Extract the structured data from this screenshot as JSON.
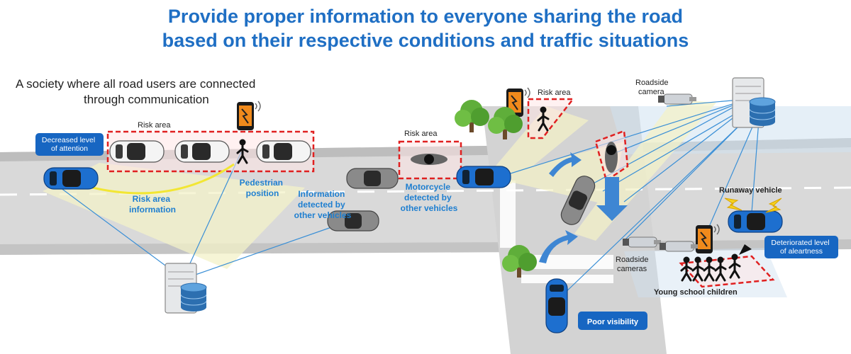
{
  "title": {
    "line1": "Provide proper information to everyone sharing the road",
    "line2": "based on their respective conditions and traffic situations"
  },
  "subtitle": {
    "line1": "A society where all road users are connected",
    "line2": "through communication"
  },
  "labels": {
    "risk_area_left": "Risk area",
    "risk_area_mid": "Risk area",
    "risk_area_top": "Risk area",
    "decreased_attention_1": "Decreased level",
    "decreased_attention_2": "of attention",
    "risk_area_info_1": "Risk area",
    "risk_area_info_2": "information",
    "pedestrian_position_1": "Pedestrian",
    "pedestrian_position_2": "position",
    "info_detected_1": "Information",
    "info_detected_2": "detected by",
    "info_detected_3": "other vehicles",
    "motorcycle_detected_1": "Motorcycle",
    "motorcycle_detected_2": "detected by",
    "motorcycle_detected_3": "other vehicles",
    "roadside_camera_1": "Roadside",
    "roadside_camera_2": "camera",
    "roadside_cameras_1": "Roadside",
    "roadside_cameras_2": "cameras",
    "runaway_vehicle": "Runaway vehicle",
    "deteriorated_alertness_1": "Deteriorated level",
    "deteriorated_alertness_2": "of aleartness",
    "young_school_children": "Young school  children",
    "poor_visibility": "Poor visibility"
  },
  "colors": {
    "title_blue": "#1f6fc4",
    "label_blue": "#1f7fd0",
    "badge_blue": "#1766c2",
    "risk_red": "#e02020",
    "road_gray": "#d6d6d6",
    "beam_yellow": "#f3f1c8",
    "link_blue": "#3a8fd6"
  },
  "icons": [
    "server-icon",
    "database-icon",
    "smartphone-icon",
    "camera-icon",
    "tree-icon",
    "pedestrian-icon",
    "motorcycle-icon",
    "car-icon",
    "lightning-icon",
    "arrow-icon"
  ]
}
